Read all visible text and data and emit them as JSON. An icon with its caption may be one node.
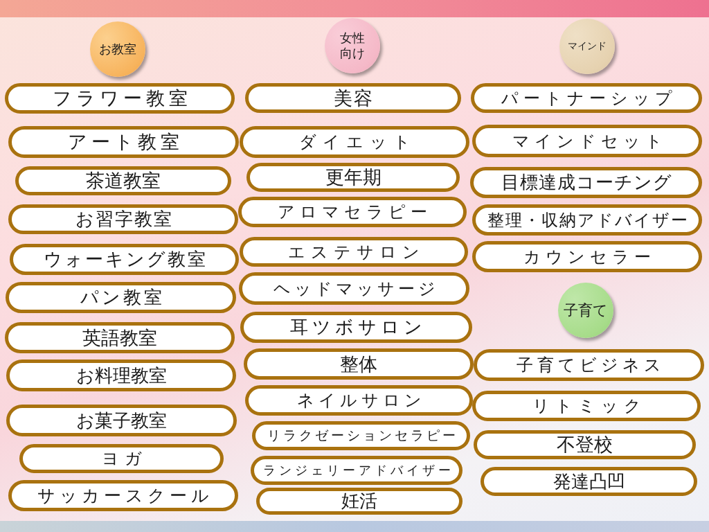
{
  "diagram": {
    "nodes": [
      {
        "text": [
          "お教室"
        ]
      },
      {
        "text": [
          "フラワー教室"
        ]
      },
      {
        "text": [
          "アート教室"
        ]
      },
      {
        "text": [
          "茶道教室"
        ]
      },
      {
        "text": [
          "お習字教室"
        ]
      },
      {
        "text": [
          "ウォーキング教室"
        ]
      },
      {
        "text": [
          "パン教室"
        ]
      },
      {
        "text": [
          "英語教室"
        ]
      },
      {
        "text": [
          "お料理教室"
        ]
      },
      {
        "text": [
          "お菓子教室"
        ]
      },
      {
        "text": [
          "ヨガ"
        ]
      },
      {
        "text": [
          "サッカースクール"
        ]
      },
      {
        "text": [
          "女性向け"
        ]
      },
      {
        "text": [
          "美容"
        ]
      },
      {
        "text": [
          "ダイエット"
        ]
      },
      {
        "text": [
          "更年期"
        ]
      },
      {
        "text": [
          "アロマセラピー"
        ]
      },
      {
        "text": [
          "エステサロン"
        ]
      },
      {
        "text": [
          "ヘッドマッサージ"
        ]
      },
      {
        "text": [
          "耳ツボサロン"
        ]
      },
      {
        "text": [
          "整体"
        ]
      },
      {
        "text": [
          "ネイルサロン"
        ]
      },
      {
        "text": [
          "リラクゼーションセラピー"
        ]
      },
      {
        "text": [
          "ランジェリーアドバイザー"
        ]
      },
      {
        "text": [
          "妊活"
        ]
      },
      {
        "text": [
          "マインド"
        ]
      },
      {
        "text": [
          "パートナーシップ"
        ]
      },
      {
        "text": [
          "マインドセット"
        ]
      },
      {
        "text": [
          "目標達成コーチング"
        ]
      },
      {
        "text": [
          "整理・収納アドバイザー"
        ]
      },
      {
        "text": [
          "カウンセラー"
        ]
      },
      {
        "text": [
          "子育て"
        ]
      },
      {
        "text": [
          "子育てビジネス"
        ]
      },
      {
        "text": [
          "リトミック"
        ]
      },
      {
        "text": [
          "不登校"
        ]
      },
      {
        "text": [
          "発達凸凹"
        ]
      }
    ]
  }
}
